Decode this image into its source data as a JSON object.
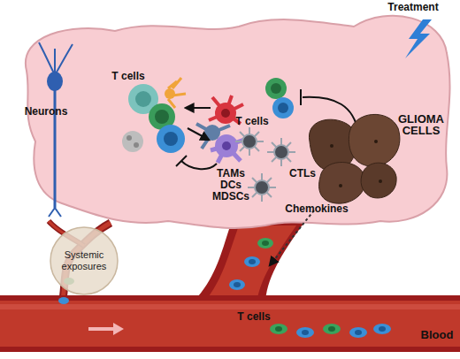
{
  "diagram": {
    "nodes": [
      {
        "text": [
          "Systemic exposures"
        ]
      }
    ],
    "labels": [
      "Treatment",
      "T cells",
      "Neurons",
      "T cells",
      "GLIOMA CELLS",
      "CTLs",
      "TAMs DCs MDSCs",
      "Chemokines",
      "T cells",
      "Blood"
    ]
  }
}
